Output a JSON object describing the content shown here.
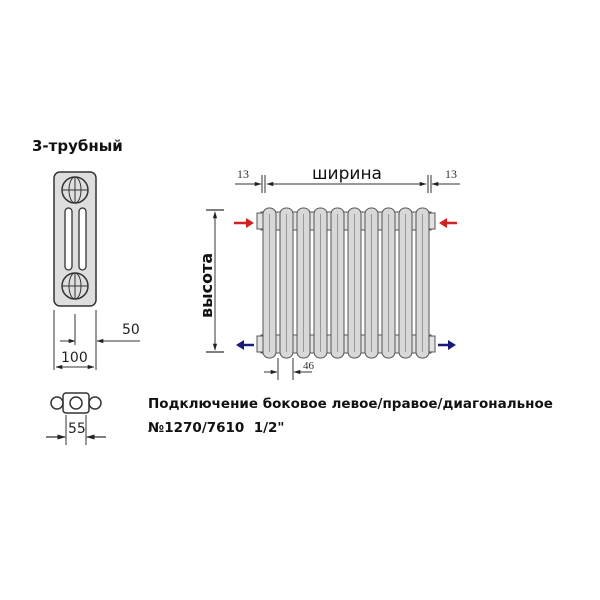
{
  "title": "3-трубный",
  "side_view": {
    "dim_width": "100",
    "dim_offset": "50"
  },
  "top_view": {
    "dim_depth": "55"
  },
  "front_view": {
    "label_width": "ширина",
    "label_height": "высота",
    "dim_left_margin": "13",
    "dim_right_margin": "13",
    "dim_section_pitch": "46",
    "section_count": 10,
    "inlet_arrow_color": "#d42020",
    "outlet_arrow_color": "#1a1a7a"
  },
  "caption": {
    "line1": "Подключение боковое левое/правое/диагональное",
    "line2": "№1270/7610  1/2\""
  }
}
